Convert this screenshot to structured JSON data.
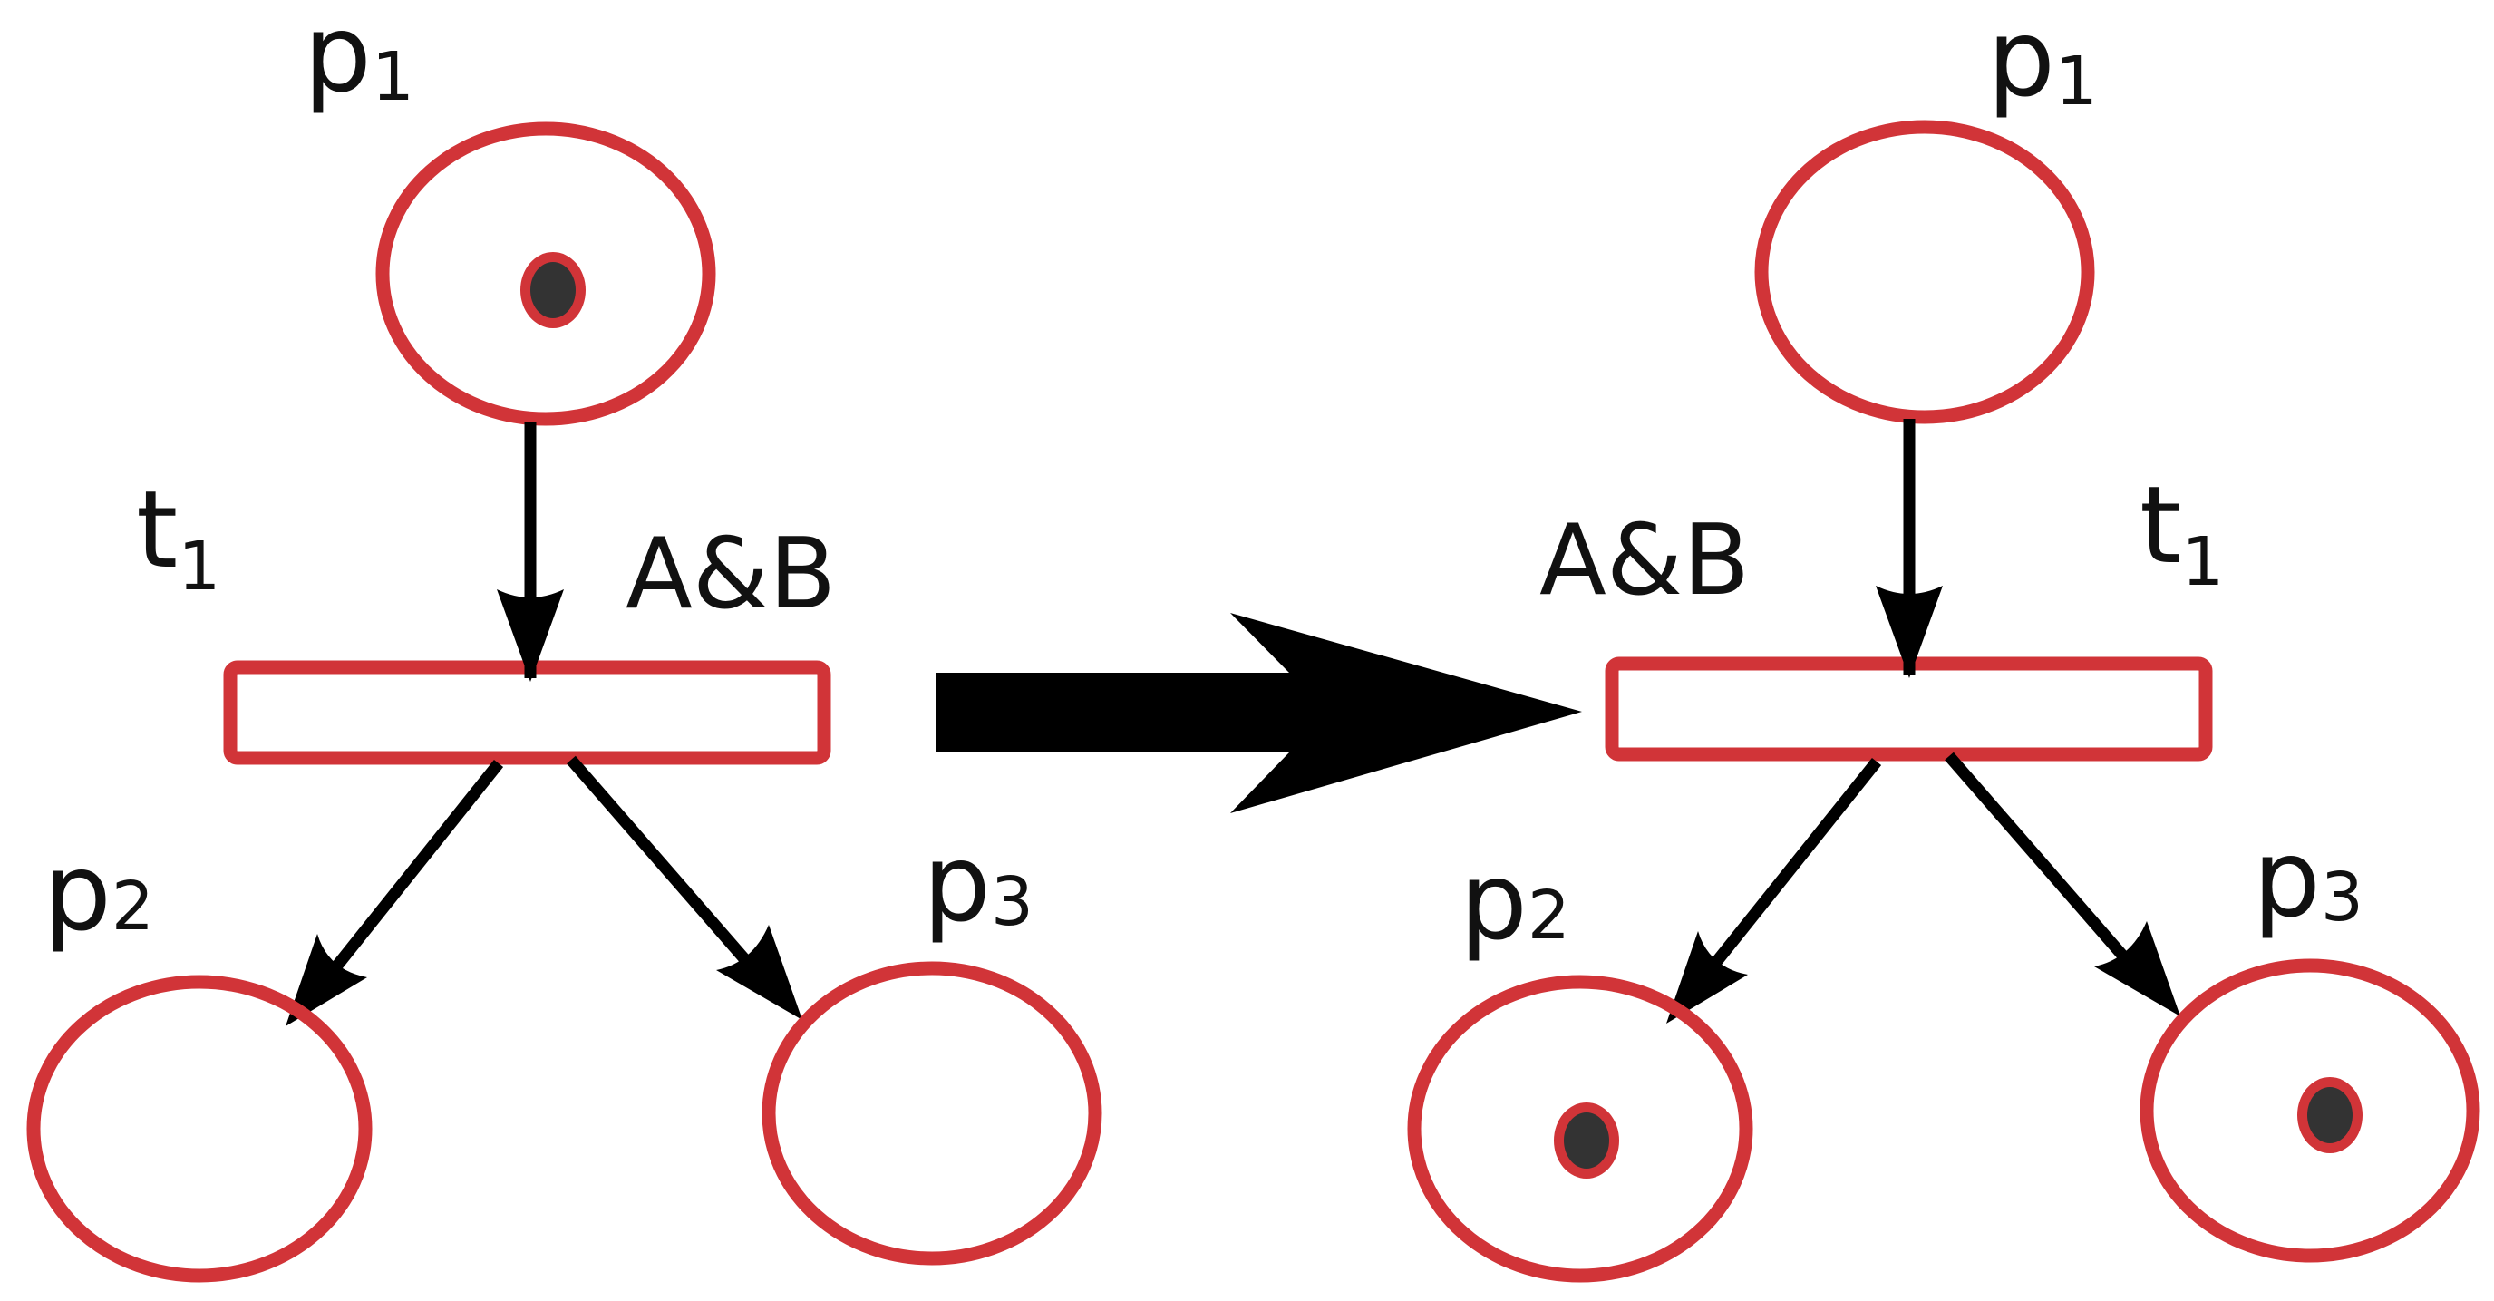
{
  "colors": {
    "place_stroke": "#d13438",
    "token_fill": "#333333",
    "arc": "#000000"
  },
  "before": {
    "places": {
      "p1": {
        "name": "p",
        "index": "1",
        "tokens": 1
      },
      "p2": {
        "name": "p",
        "index": "2",
        "tokens": 0
      },
      "p3": {
        "name": "p",
        "index": "3",
        "tokens": 0
      }
    },
    "transition": {
      "name": "t",
      "index": "1",
      "condition": "A&B"
    }
  },
  "after": {
    "places": {
      "p1": {
        "name": "p",
        "index": "1",
        "tokens": 0
      },
      "p2": {
        "name": "p",
        "index": "2",
        "tokens": 1
      },
      "p3": {
        "name": "p",
        "index": "3",
        "tokens": 1
      }
    },
    "transition": {
      "name": "t",
      "index": "1",
      "condition": "A&B"
    }
  }
}
